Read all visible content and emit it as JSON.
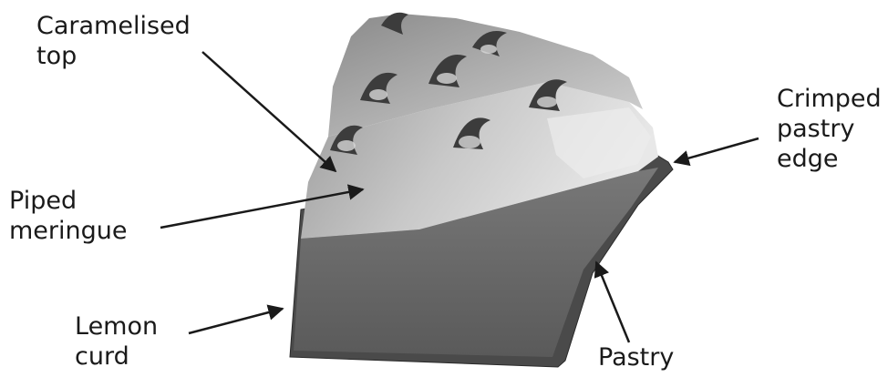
{
  "labels": {
    "caramelised_top": "Caramelised\ntop",
    "piped_meringue": "Piped\nmeringue",
    "lemon_curd": "Lemon\ncurd",
    "crimped_pastry_edge": "Crimped\npastry\nedge",
    "pastry": "Pastry"
  },
  "colors": {
    "arrow": "#1a1a1a",
    "pastry_dark": "#4a4a4a",
    "curd": "#6e6e6e",
    "meringue": "#c9c9c9",
    "meringue_light": "#e6e6e6",
    "peak_dark": "#3c3c3c"
  }
}
